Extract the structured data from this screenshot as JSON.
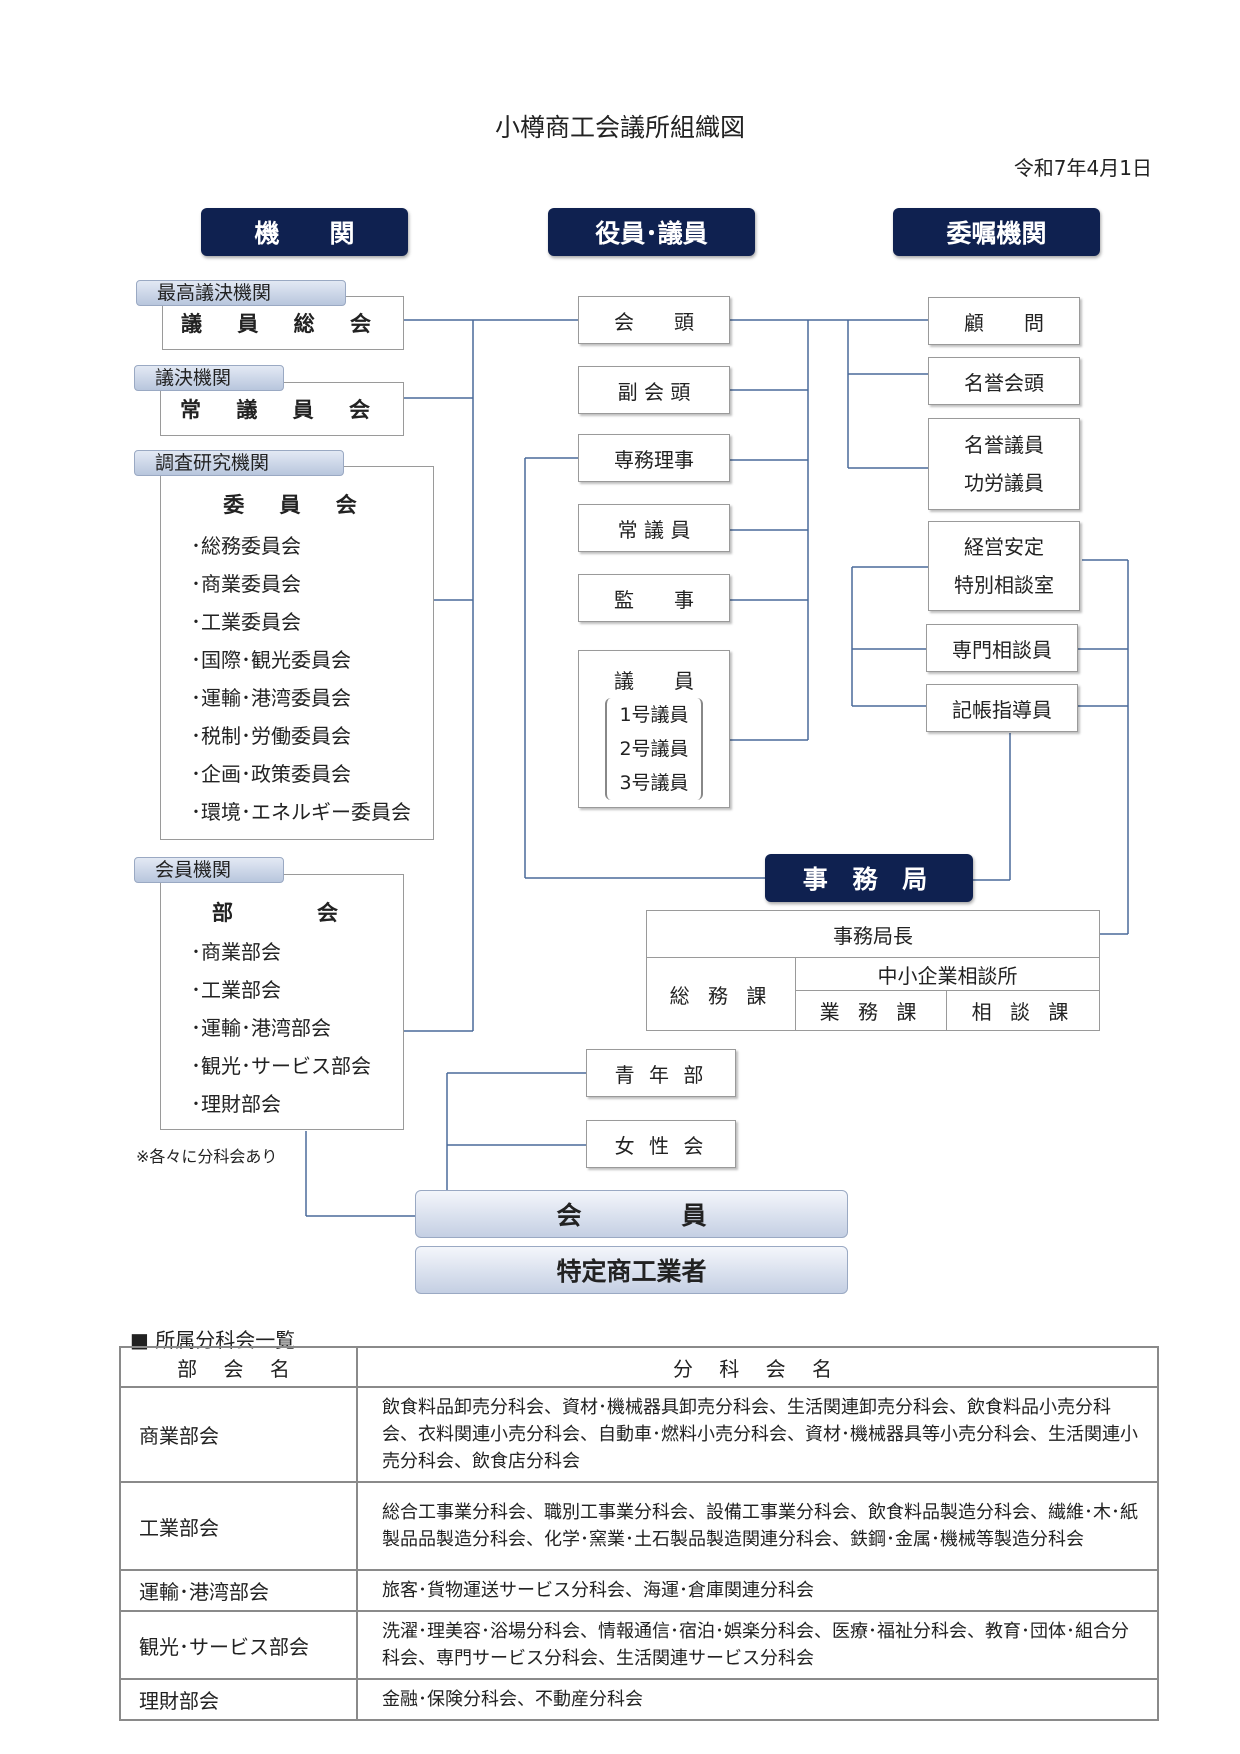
{
  "title": "小樽商工会議所組織図",
  "date": "令和7年4月1日",
  "headers": {
    "organs": "機　　関",
    "officers": "役員･議員",
    "commissioned": "委嘱機関"
  },
  "tags": {
    "top": "最高議決機関",
    "decision": "議決機関",
    "research": "調査研究機関",
    "member": "会員機関"
  },
  "organs": {
    "general_assembly": "議 員 総 会",
    "standing_assembly": "常 議 員 会",
    "committee_title": "委 員 会",
    "committees": [
      "･総務委員会",
      "･商業委員会",
      "･工業委員会",
      "･国際･観光委員会",
      "･運輸･港湾委員会",
      "･税制･労働委員会",
      "･企画･政策委員会",
      "･環境･エネルギー委員会"
    ],
    "division_title": "部　　会",
    "divisions": [
      "･商業部会",
      "･工業部会",
      "･運輸･港湾部会",
      "･観光･サービス部会",
      "･理財部会"
    ],
    "note": "※各々に分科会あり"
  },
  "officers": {
    "president": "会　　頭",
    "vice_president": "副 会 頭",
    "executive_director": "専務理事",
    "standing_member": "常 議 員",
    "auditor": "監　　事",
    "member_title": "議　　員",
    "member_types": [
      "1号議員",
      "2号議員",
      "3号議員"
    ]
  },
  "commissioned": {
    "advisor": "顧　　問",
    "honorary_president": "名誉会頭",
    "honorary_member": "名誉議員",
    "merit_member": "功労議員",
    "consult_line1": "経営安定",
    "consult_line2": "特別相談室",
    "specialist": "専門相談員",
    "bookkeeping": "記帳指導員"
  },
  "secretariat": {
    "title": "事 務 局",
    "chief": "事務局長",
    "general_affairs": "総 務 課",
    "sme_center": "中小企業相談所",
    "business": "業 務 課",
    "consultation": "相 談 課"
  },
  "groups": {
    "youth": "青 年 部",
    "women": "女 性 会"
  },
  "members": {
    "member": "会　　　　員",
    "specific": "特定商工業者"
  },
  "subcommittee_table": {
    "heading": "■ 所属分科会一覧",
    "col1": "部 会 名",
    "col2": "分 科 会 名",
    "rows": [
      {
        "division": "商業部会",
        "subs": "飲食料品卸売分科会、資材･機械器具卸売分科会、生活関連卸売分科会、飲食料品小売分科会、衣料関連小売分科会、自動車･燃料小売分科会、資材･機械器具等小売分科会、生活関連小売分科会、飲食店分科会"
      },
      {
        "division": "工業部会",
        "subs": "総合工事業分科会、職別工事業分科会、設備工事業分科会、飲食料品製造分科会、繊維･木･紙製品品製造分科会、化学･窯業･土石製品製造関連分科会、鉄鋼･金属･機械等製造分科会"
      },
      {
        "division": "運輸･港湾部会",
        "subs": "旅客･貨物運送サービス分科会、海運･倉庫関連分科会"
      },
      {
        "division": "観光･サービス部会",
        "subs": "洗濯･理美容･浴場分科会、情報通信･宿泊･娯楽分科会、医療･福祉分科会、教育･団体･組合分科会、専門サービス分科会、生活関連サービス分科会"
      },
      {
        "division": "理財部会",
        "subs": "金融･保険分科会、不動産分科会"
      }
    ]
  }
}
